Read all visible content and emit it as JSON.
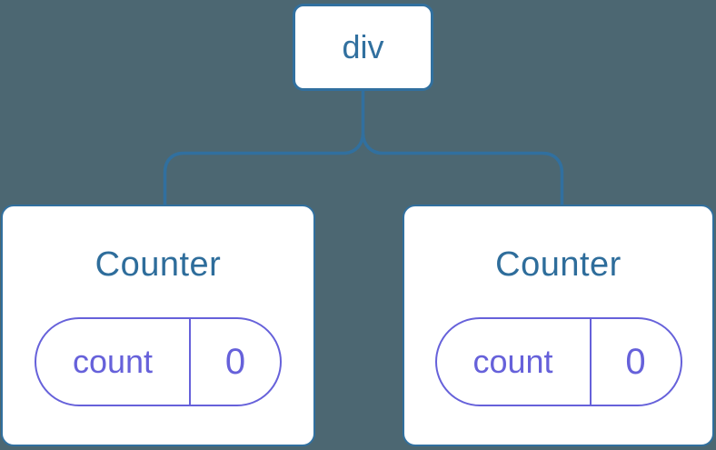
{
  "diagram": {
    "root": {
      "label": "div"
    },
    "children": [
      {
        "title": "Counter",
        "state": {
          "key": "count",
          "value": "0"
        }
      },
      {
        "title": "Counter",
        "state": {
          "key": "count",
          "value": "0"
        }
      }
    ],
    "colors": {
      "background": "#4C6772",
      "node_blue": "#31709F",
      "title_blue": "#2E6D9B",
      "state_purple": "#6661DA",
      "card_fill": "#FFFFFF"
    }
  }
}
